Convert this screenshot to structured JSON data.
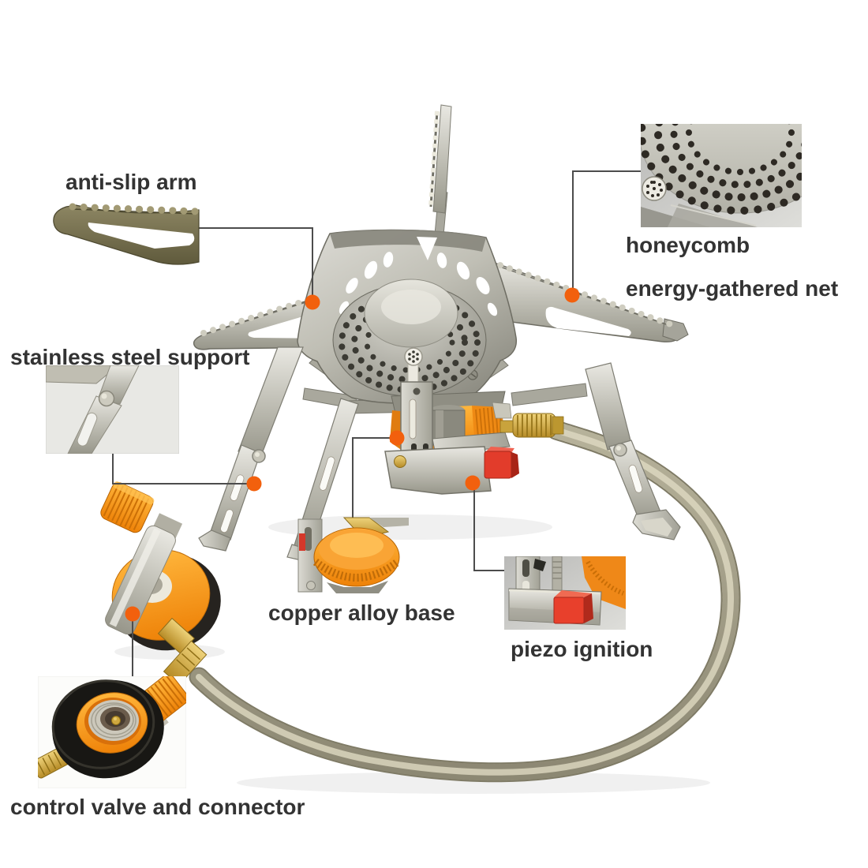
{
  "figure": {
    "kind": "product parts diagram",
    "subject": "portable camping gas stove with piezo ignition and braided fuel hose",
    "callouts": {
      "anti_slip": {
        "label": "anti-slip arm"
      },
      "honeycomb": {
        "line1": "honeycomb",
        "line2": "energy-gathered net"
      },
      "support": {
        "label": "stainless steel support"
      },
      "copper": {
        "label": "copper alloy base"
      },
      "piezo": {
        "label": "piezo ignition"
      },
      "valve": {
        "label": "control valve and connector"
      }
    },
    "colors": {
      "marker_dot": "#f2600d",
      "callout_line": "#4c4c4c",
      "label_text": "#333333",
      "anodized_orange": "#f08a14",
      "brass": "#c9a33c",
      "piezo_red": "#e23c2b",
      "steel": "#b9b8ae"
    }
  }
}
